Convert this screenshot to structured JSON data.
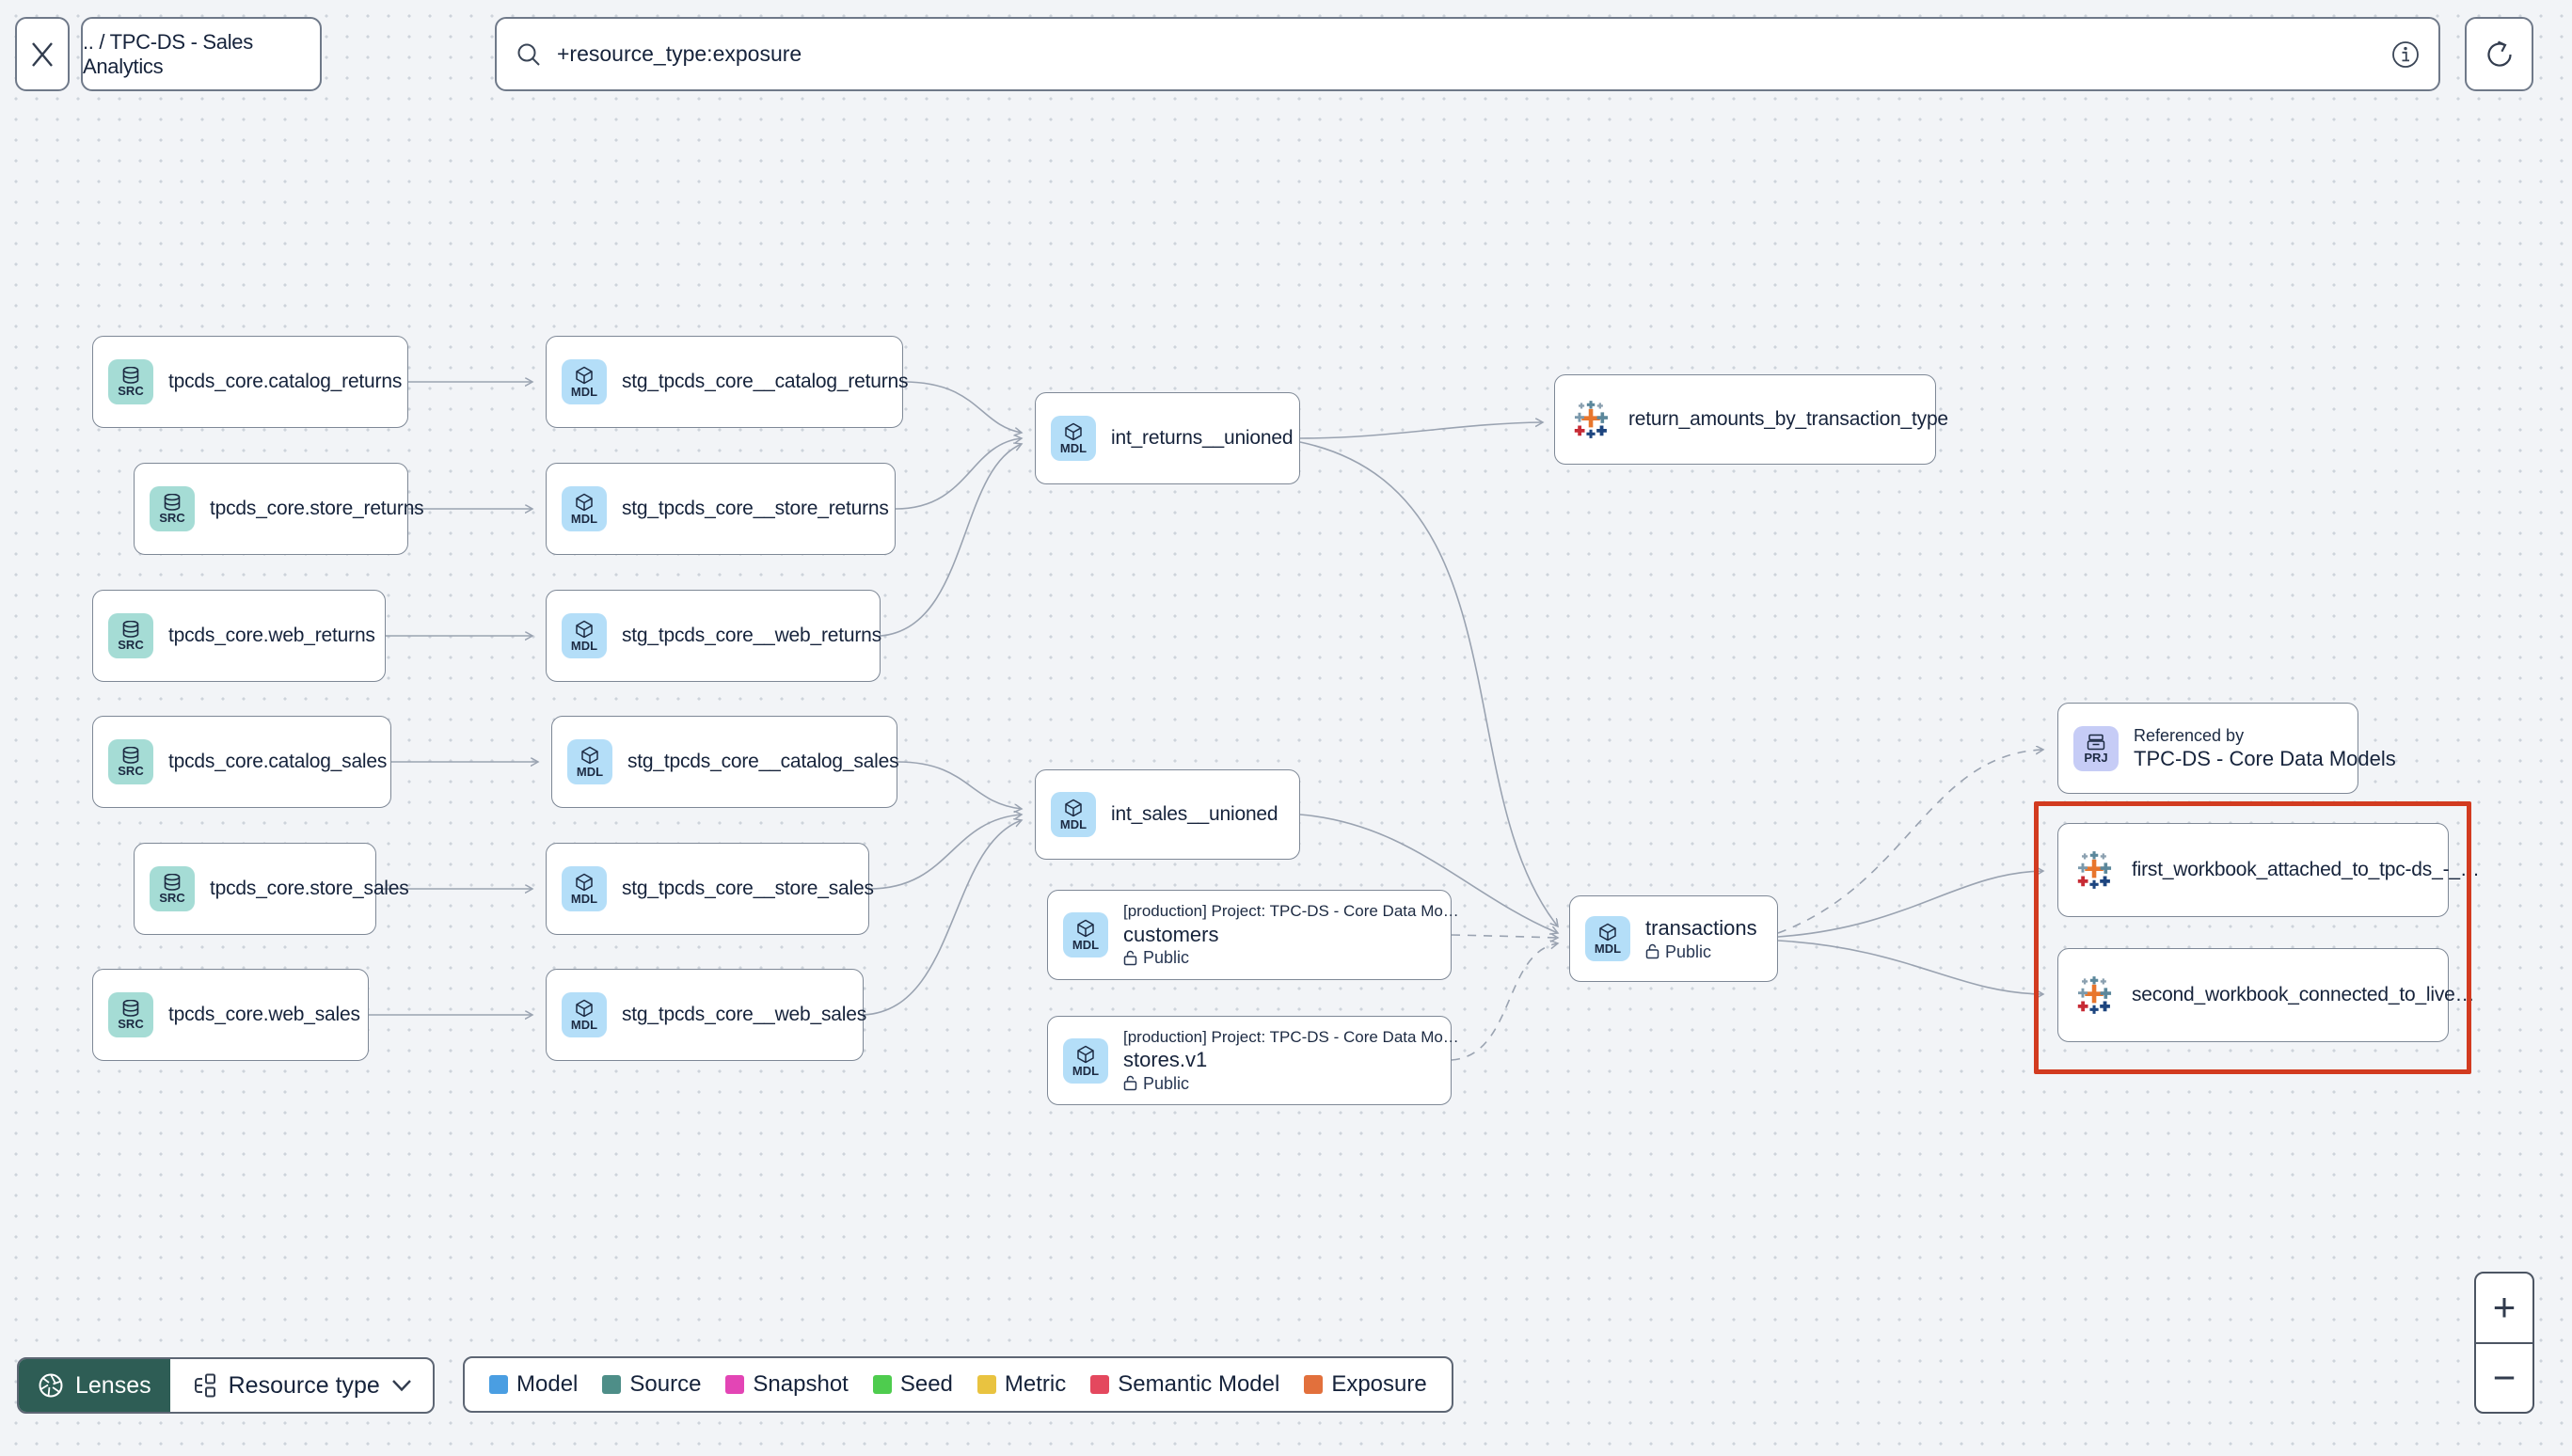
{
  "topbar": {
    "breadcrumb": ".. / TPC-DS - Sales Analytics",
    "search_value": "+resource_type:exposure"
  },
  "badges": {
    "src": "SRC",
    "mdl": "MDL",
    "prj": "PRJ"
  },
  "graph": {
    "sources": [
      "tpcds_core.catalog_returns",
      "tpcds_core.store_returns",
      "tpcds_core.web_returns",
      "tpcds_core.catalog_sales",
      "tpcds_core.store_sales",
      "tpcds_core.web_sales"
    ],
    "staging": [
      "stg_tpcds_core__catalog_returns",
      "stg_tpcds_core__store_returns",
      "stg_tpcds_core__web_returns",
      "stg_tpcds_core__catalog_sales",
      "stg_tpcds_core__store_sales",
      "stg_tpcds_core__web_sales"
    ],
    "intermediate": [
      "int_returns__unioned",
      "int_sales__unioned"
    ],
    "project_models": [
      {
        "project": "[production] Project: TPC-DS - Core Data Mo…",
        "name": "customers",
        "access": "Public"
      },
      {
        "project": "[production] Project: TPC-DS - Core Data Mo…",
        "name": "stores.v1",
        "access": "Public"
      }
    ],
    "transactions": {
      "name": "transactions",
      "access": "Public"
    },
    "referenced_by": {
      "title": "Referenced by",
      "name": "TPC-DS - Core Data Models"
    },
    "exposures": [
      "return_amounts_by_transaction_type",
      "first_workbook_attached_to_tpc-ds_-_…",
      "second_workbook_connected_to_live…"
    ]
  },
  "bottombar": {
    "lenses": "Lenses",
    "resource_type": "Resource type",
    "legend": [
      {
        "label": "Model",
        "color": "#4a9ee2"
      },
      {
        "label": "Source",
        "color": "#4e8e88"
      },
      {
        "label": "Snapshot",
        "color": "#e345b5"
      },
      {
        "label": "Seed",
        "color": "#4ecc4e"
      },
      {
        "label": "Metric",
        "color": "#e9c340"
      },
      {
        "label": "Semantic Model",
        "color": "#e4485e"
      },
      {
        "label": "Exposure",
        "color": "#e2703c"
      }
    ]
  },
  "zoom": {
    "in": "+",
    "out": "−"
  }
}
